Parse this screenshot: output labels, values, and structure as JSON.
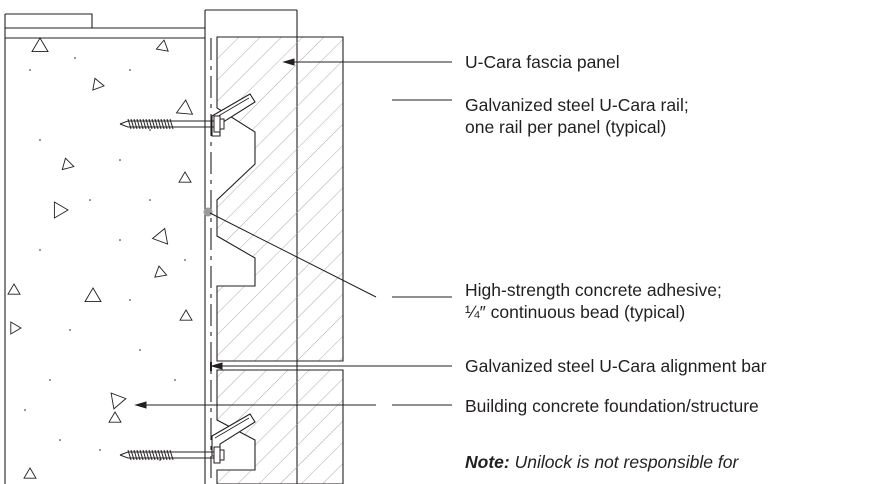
{
  "callouts": [
    {
      "id": "fascia-panel",
      "lines": [
        "U-Cara fascia panel"
      ]
    },
    {
      "id": "steel-rail",
      "lines": [
        "Galvanized steel U-Cara rail;",
        "one rail per panel (typical)"
      ]
    },
    {
      "id": "adhesive",
      "lines": [
        "High-strength concrete adhesive;",
        "¼″ continuous bead (typical)"
      ]
    },
    {
      "id": "alignment-bar",
      "lines": [
        "Galvanized steel U-Cara alignment bar"
      ]
    },
    {
      "id": "foundation",
      "lines": [
        "Building concrete foundation/structure"
      ]
    }
  ],
  "note": {
    "prefix": "Note:",
    "text": " Unilock is not responsible for"
  },
  "colors": {
    "line": "#231f20",
    "hatch": "#9a9a9a",
    "glue_dot": "#9b9b9b"
  }
}
